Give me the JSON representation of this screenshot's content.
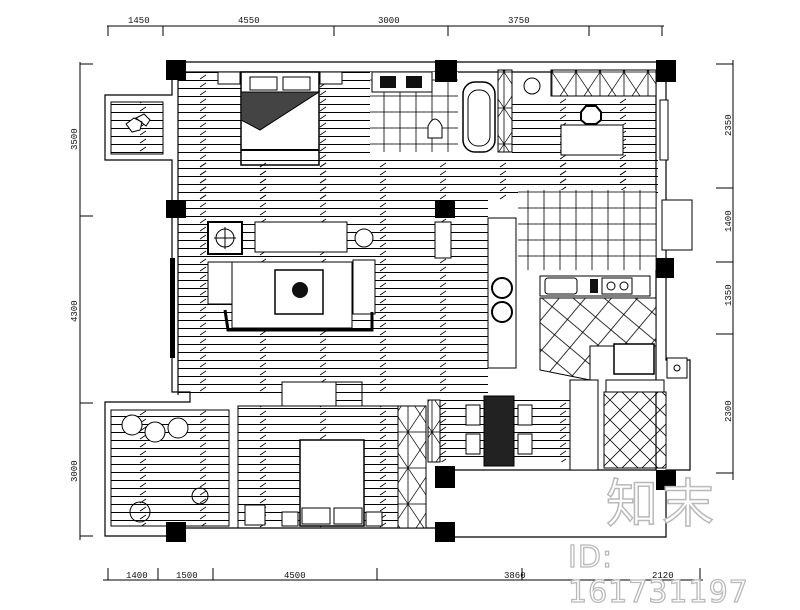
{
  "drawing": {
    "type": "floor-plan",
    "dimensions": {
      "top": [
        "1450",
        "4550",
        "3000",
        "3750"
      ],
      "bottom": [
        "1400",
        "1500",
        "4500",
        "3860",
        "2120"
      ],
      "left": [
        "3500",
        "4300",
        "3000"
      ],
      "right": [
        "2350",
        "1400",
        "1350",
        "2300"
      ]
    },
    "rooms": [
      {
        "id": "master-bedroom",
        "label": ""
      },
      {
        "id": "bathroom",
        "label": ""
      },
      {
        "id": "study",
        "label": ""
      },
      {
        "id": "living-room",
        "label": ""
      },
      {
        "id": "kitchen",
        "label": ""
      },
      {
        "id": "dining",
        "label": ""
      },
      {
        "id": "second-bedroom",
        "label": ""
      },
      {
        "id": "balcony-north",
        "label": ""
      },
      {
        "id": "balcony-south",
        "label": ""
      },
      {
        "id": "utility",
        "label": ""
      }
    ],
    "colors": {
      "line": "#000000",
      "column": "#000000",
      "background": "#ffffff",
      "watermark": "#b9b9b9"
    }
  },
  "watermark": {
    "brand": "知末",
    "id_text": "ID: 161731197"
  }
}
